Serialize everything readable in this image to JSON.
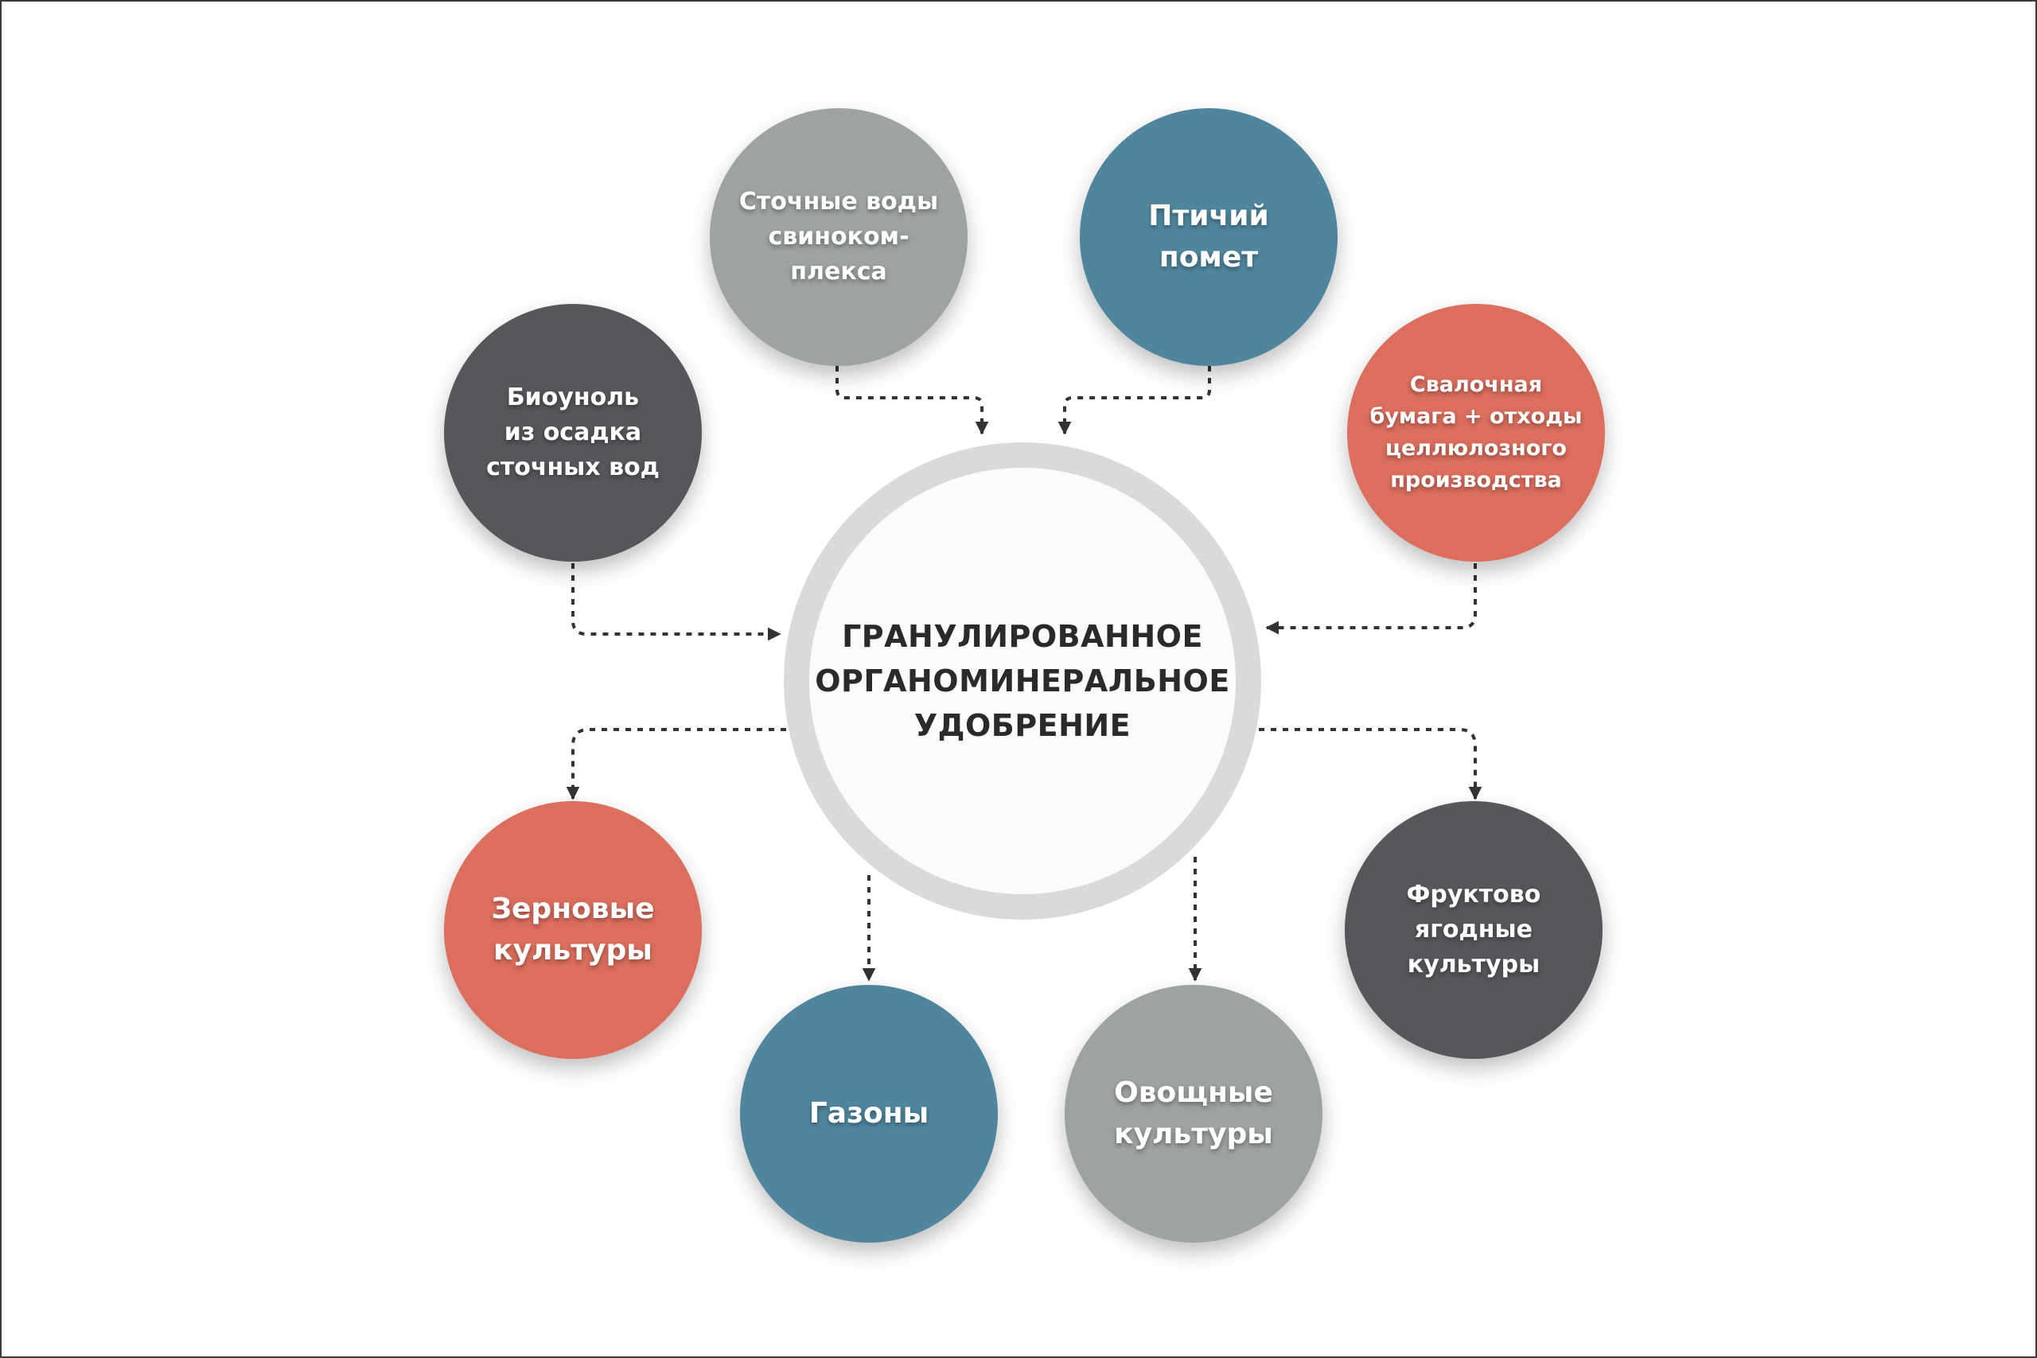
{
  "colors": {
    "dark_gray": "#55575b",
    "light_gray": "#9ca3a1",
    "teal": "#4f869e",
    "coral": "#db6e5d",
    "ring": "#dadada",
    "arrow": "#333333"
  },
  "center": {
    "lines": [
      "ГРАНУЛИРОВАННОЕ",
      "ОРГАНОМИНЕРАЛЬНОЕ",
      "УДОБРЕНИЕ"
    ]
  },
  "inputs": [
    {
      "lines": [
        "Сточные воды",
        "свиноком-",
        "плекса"
      ],
      "color": "light_gray"
    },
    {
      "lines": [
        "Птичий",
        "помет"
      ],
      "color": "teal"
    },
    {
      "lines": [
        "Биоуноль",
        "из осадка",
        "сточных вод"
      ],
      "color": "dark_gray"
    },
    {
      "lines": [
        "Свалочная",
        "бумага + отходы",
        "целлюлозного",
        "производства"
      ],
      "color": "coral"
    }
  ],
  "outputs": [
    {
      "lines": [
        "Зерновые",
        "культуры"
      ],
      "color": "coral"
    },
    {
      "lines": [
        "Газоны"
      ],
      "color": "teal"
    },
    {
      "lines": [
        "Овощные",
        "культуры"
      ],
      "color": "light_gray"
    },
    {
      "lines": [
        "Фруктово",
        "ягодные",
        "культуры"
      ],
      "color": "dark_gray"
    }
  ]
}
